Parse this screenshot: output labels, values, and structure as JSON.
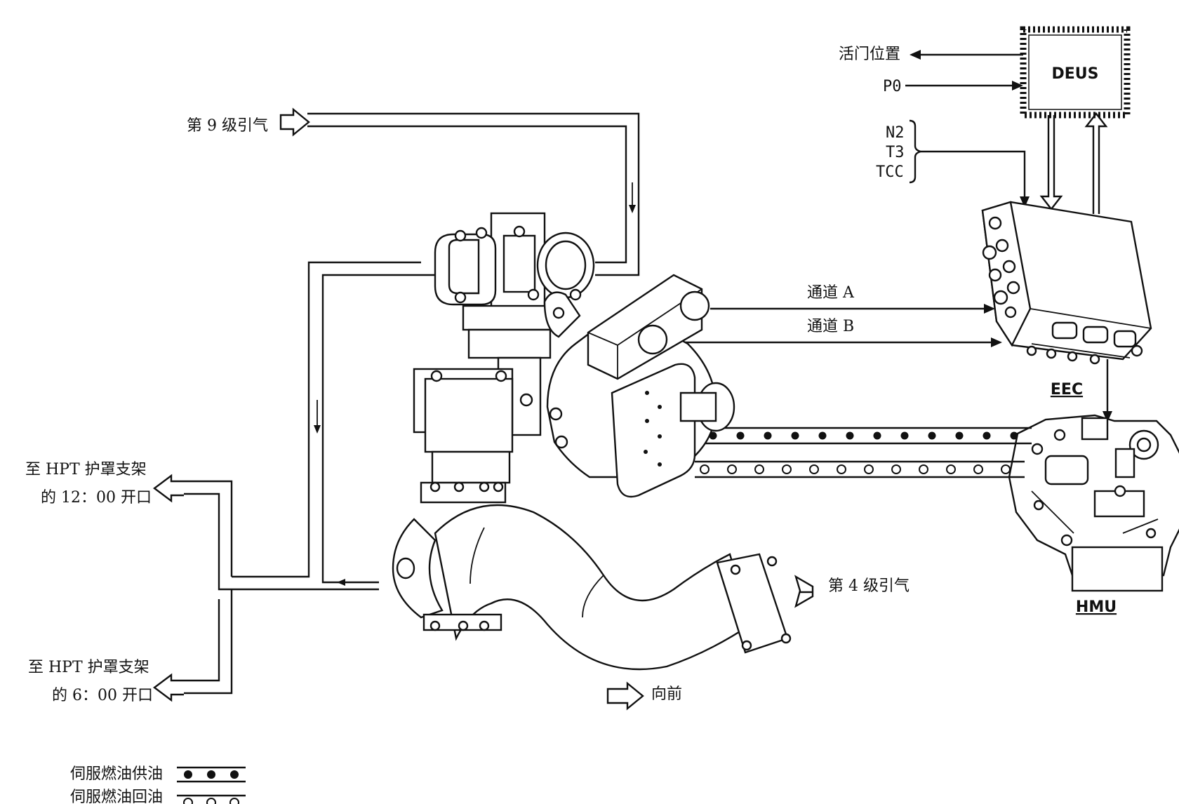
{
  "labels": {
    "valve_position": "活门位置",
    "p0": "P0",
    "deus": "DEUS",
    "n2": "N2",
    "t3": "T3",
    "tcc": "TCC",
    "stage9_bleed": "第 9 级引气",
    "channel_a": "通道 A",
    "channel_b": "通道 B",
    "eec": "EEC",
    "hmu": "HMU",
    "hpt_12_line1": "至 HPT 护罩支架",
    "hpt_12_line2": "的 12：00 开口",
    "hpt_6_line1": "至 HPT 护罩支架",
    "hpt_6_line2": "的 6：00 开口",
    "stage4_bleed": "第 4 级引气",
    "forward": "向前"
  },
  "legend": {
    "supply": "伺服燃油供油",
    "return": "伺服燃油回油"
  }
}
